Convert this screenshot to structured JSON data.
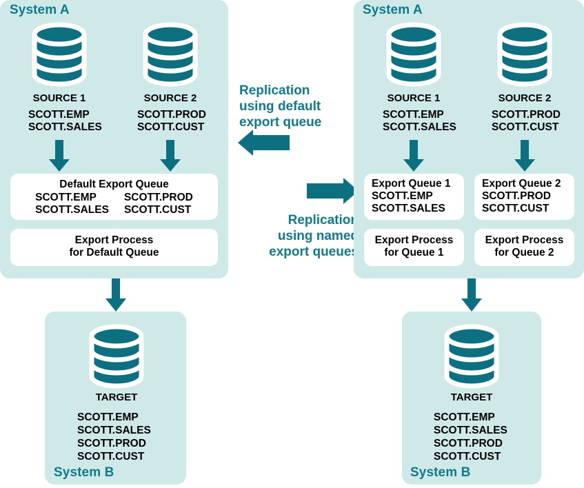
{
  "colors": {
    "panel_bg": "#cfe8e8",
    "accent_teal": "#0f7b8a",
    "db_fill": "#0d7080",
    "box_white": "#ffffff",
    "text_black": "#000000",
    "page_bg": "#ffffff"
  },
  "left": {
    "system_a_label": "System A",
    "system_b_label": "System B",
    "source1": {
      "title": "SOURCE 1",
      "tables": "SCOTT.EMP\nSCOTT.SALES",
      "db_icon": "database-cylinder-icon"
    },
    "source2": {
      "title": "SOURCE 2",
      "tables": "SCOTT.PROD\nSCOTT.CUST",
      "db_icon": "database-cylinder-icon"
    },
    "queue_box": {
      "title": "Default Export Queue",
      "col1": "SCOTT.EMP\nSCOTT.SALES",
      "col2": "SCOTT.PROD\nSCOTT.CUST"
    },
    "process_box": {
      "line1": "Export Process",
      "line2": "for Default Queue"
    },
    "target": {
      "title": "TARGET",
      "tables": "SCOTT.EMP\nSCOTT.SALES\nSCOTT.PROD\nSCOTT.CUST",
      "db_icon": "database-cylinder-icon"
    }
  },
  "right": {
    "system_a_label": "System A",
    "system_b_label": "System B",
    "source1": {
      "title": "SOURCE 1",
      "tables": "SCOTT.EMP\nSCOTT.SALES",
      "db_icon": "database-cylinder-icon"
    },
    "source2": {
      "title": "SOURCE 2",
      "tables": "SCOTT.PROD\nSCOTT.CUST",
      "db_icon": "database-cylinder-icon"
    },
    "queue_box_1": {
      "title": "Export Queue 1",
      "tables": "SCOTT.EMP\nSCOTT.SALES"
    },
    "queue_box_2": {
      "title": "Export Queue 2",
      "tables": "SCOTT.PROD\nSCOTT.CUST"
    },
    "process_box_1": {
      "line1": "Export Process",
      "line2": "for Queue 1"
    },
    "process_box_2": {
      "line1": "Export Process",
      "line2": "for Queue 2"
    },
    "target": {
      "title": "TARGET",
      "tables": "SCOTT.EMP\nSCOTT.SALES\nSCOTT.PROD\nSCOTT.CUST",
      "db_icon": "database-cylinder-icon"
    }
  },
  "middle": {
    "top_caption": "Replication\nusing default\nexport queue",
    "top_arrow_icon": "arrow-left-icon",
    "bottom_caption": "Replication\nusing named\nexport queues",
    "bottom_arrow_icon": "arrow-right-icon"
  },
  "icons": {
    "arrow_down": "arrow-down-icon"
  }
}
